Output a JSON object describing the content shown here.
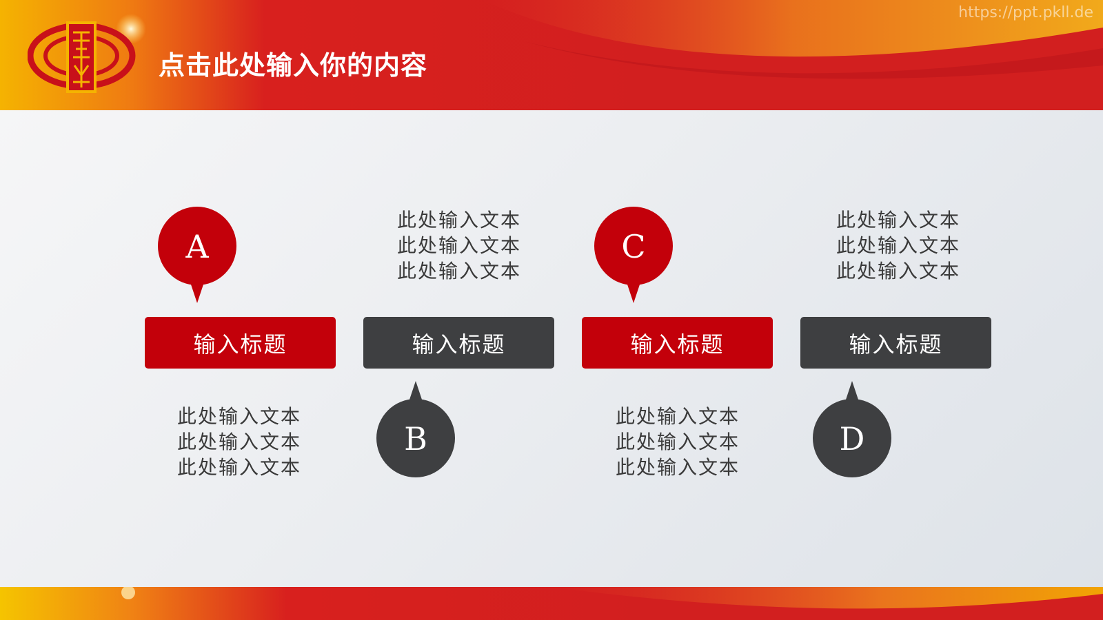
{
  "header": {
    "title": "点击此处输入你的内容",
    "watermark": "https://ppt.pkll.de"
  },
  "logo": {
    "glyph": "税",
    "icon": "tax-emblem-icon"
  },
  "colors": {
    "red": "#c3000a",
    "dark_gray": "#3e3f41",
    "banner_red": "#d21f1f",
    "banner_gold": "#f5b301"
  },
  "steps": [
    {
      "letter": "A",
      "title": "输入标题",
      "color": "red",
      "text": [
        "此处输入文本",
        "此处输入文本",
        "此处输入文本"
      ]
    },
    {
      "letter": "B",
      "title": "输入标题",
      "color": "gray",
      "text": [
        "此处输入文本",
        "此处输入文本",
        "此处输入文本"
      ]
    },
    {
      "letter": "C",
      "title": "输入标题",
      "color": "red",
      "text": [
        "此处输入文本",
        "此处输入文本",
        "此处输入文本"
      ]
    },
    {
      "letter": "D",
      "title": "输入标题",
      "color": "gray",
      "text": [
        "此处输入文本",
        "此处输入文本",
        "此处输入文本"
      ]
    }
  ]
}
